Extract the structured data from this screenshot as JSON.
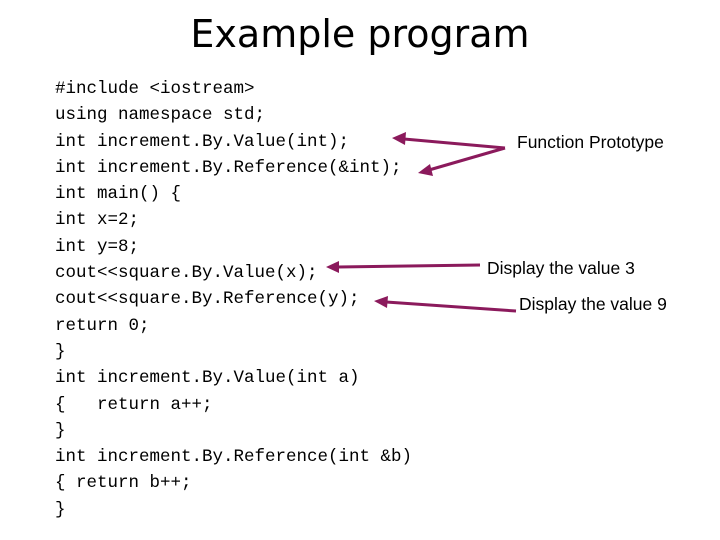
{
  "slide": {
    "title": "Example program"
  },
  "code_lines": [
    "#include <iostream>",
    "using namespace std;",
    "int increment.By.Value(int);",
    "int increment.By.Reference(&int);",
    "int main() {",
    "int x=2;",
    "int y=8;",
    "cout<<square.By.Value(x);",
    "cout<<square.By.Reference(y);",
    "return 0;",
    "}",
    "int increment.By.Value(int a)",
    "{   return a++;",
    "}",
    "int increment.By.Reference(int &b)",
    "{ return b++;",
    "}"
  ],
  "annotations": {
    "function_prototype": "Function Prototype",
    "display_value_3": "Display the value 3",
    "display_value_9": "Display the value 9"
  },
  "colors": {
    "arrow": "#8b1a5c",
    "text": "#000000",
    "background": "#ffffff"
  }
}
